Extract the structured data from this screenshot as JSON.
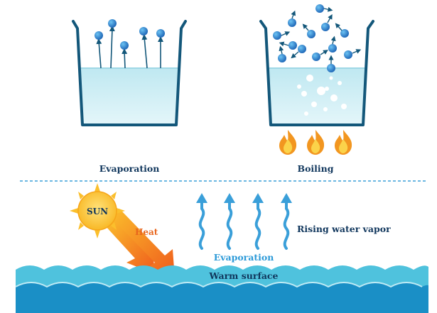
{
  "top_panels": {
    "evaporation_label": "Evaporation",
    "boiling_label": "Boiling"
  },
  "bottom_panel": {
    "sun_label": "SUN",
    "heat_label": "Heat",
    "vapor_label": "Rising water vapor",
    "evaporation_label": "Evaporation",
    "surface_label": "Warm surface"
  },
  "colors": {
    "water_light": "#d9f1f7",
    "water_mid": "#9fdbe8",
    "beaker_outline": "#13577a",
    "molecule": "#2d7fd0",
    "vapor_arrow": "#3a9fd9",
    "heat_arrow": "#f06a1f",
    "sun_fill": "#fdc12e",
    "label_dark": "#10365c",
    "label_heat": "#e8661d",
    "label_blue": "#2c9ad8",
    "sea_dark": "#1a8fc6",
    "sea_light": "#4fc2dd"
  },
  "icons": [
    "flame-icon",
    "sun-icon",
    "molecule-icon",
    "arrow-icon",
    "wave-icon"
  ]
}
